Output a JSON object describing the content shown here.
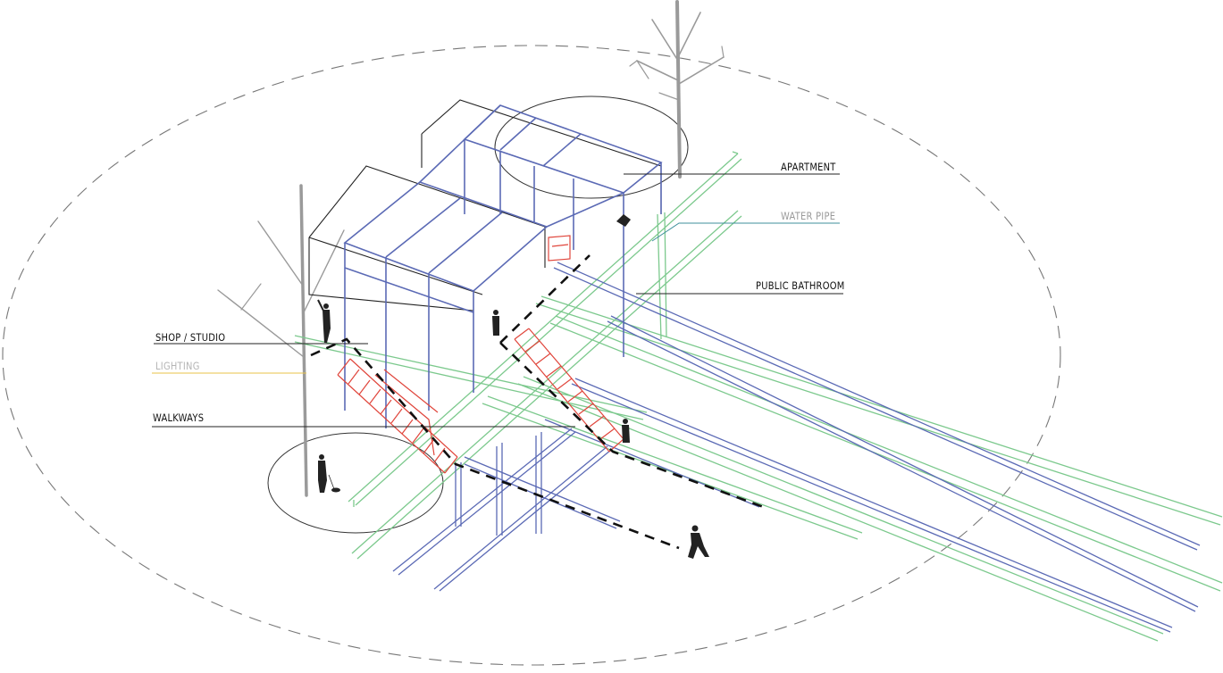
{
  "colors": {
    "background": "#ffffff",
    "structure_blue": "#5b6ab5",
    "pipe_green": "#7cc98d",
    "stair_red": "#e0463c",
    "building_black": "#222222",
    "tree_grey": "#9a9a9a",
    "lighting_yellow": "#e8c34a",
    "water_teal": "#3f8f9b",
    "label_dark": "#111111",
    "label_light": "#9a9a9a"
  },
  "labels": {
    "apartment": "APARTMENT",
    "water_pipe": "WATER PIPE",
    "public_bathroom": "PUBLIC BATHROOM",
    "shop_studio": "SHOP / STUDIO",
    "lighting": "LIGHTING",
    "walkways": "WALKWAYS"
  },
  "icons": [
    "person-figure-icon",
    "dog-icon",
    "tree-icon",
    "lamp-post-icon"
  ]
}
